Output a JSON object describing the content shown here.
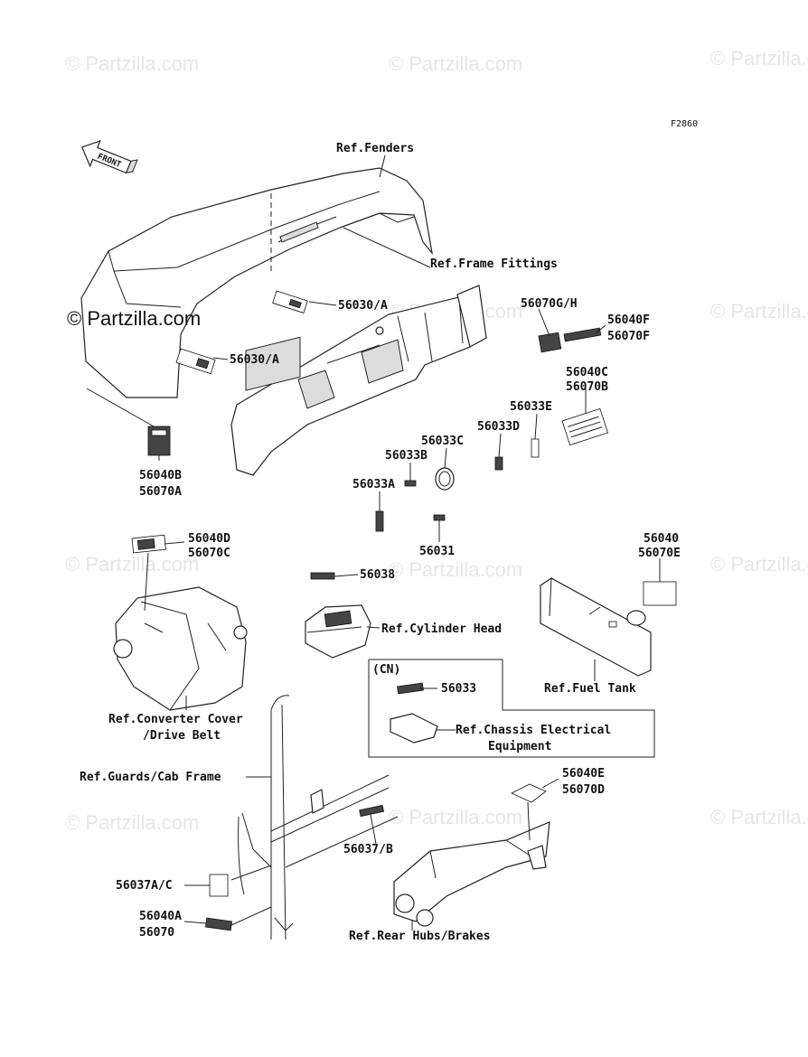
{
  "diagram": {
    "code": "F2860",
    "front_label": "FRONT",
    "watermark": "© Partzilla.com",
    "brand_watermark": "© Partzilla.com"
  },
  "refs": {
    "fenders": "Ref.Fenders",
    "frame_fittings": "Ref.Frame Fittings",
    "cylinder_head": "Ref.Cylinder Head",
    "fuel_tank": "Ref.Fuel Tank",
    "converter_cover_1": "Ref.Converter Cover",
    "converter_cover_2": "/Drive Belt",
    "chassis_electrical_1": "Ref.Chassis Electrical",
    "chassis_electrical_2": "Equipment",
    "guards_cab_frame": "Ref.Guards/Cab Frame",
    "rear_hubs_brakes": "Ref.Rear Hubs/Brakes",
    "cn_region": "(CN)"
  },
  "parts": {
    "p56030a_top": "56030/A",
    "p56030a_left": "56030/A",
    "p56070gh": "56070G/H",
    "p56040f": "56040F",
    "p56070f": "56070F",
    "p56040c": "56040C",
    "p56070b": "56070B",
    "p56033e": "56033E",
    "p56033d": "56033D",
    "p56033c": "56033C",
    "p56033b": "56033B",
    "p56033a": "56033A",
    "p56031": "56031",
    "p56040b": "56040B",
    "p56070a": "56070A",
    "p56040d": "56040D",
    "p56070c": "56070C",
    "p56038": "56038",
    "p56040": "56040",
    "p56070e": "56070E",
    "p56033": "56033",
    "p56040e": "56040E",
    "p56070d": "56070D",
    "p56037b": "56037/B",
    "p56037ac": "56037A/C",
    "p56040a": "56040A",
    "p56070": "56070"
  }
}
